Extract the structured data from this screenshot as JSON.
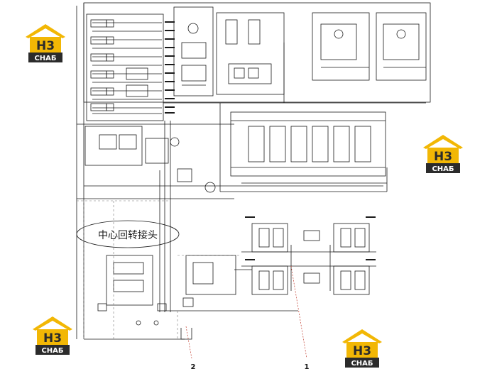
{
  "diagram": {
    "central_label": "中心回转接头",
    "callouts": [
      "1",
      "2"
    ]
  },
  "logos": [
    {
      "mark": "H3",
      "text": "CHAБ"
    },
    {
      "mark": "H3",
      "text": "CHAБ"
    },
    {
      "mark": "H3",
      "text": "CHAБ"
    },
    {
      "mark": "H3",
      "text": "CHAБ"
    }
  ],
  "colors": {
    "line": "#1a1a1a",
    "grid": "#777777",
    "leader": "#c0392b",
    "logo_yellow": "#f2b705",
    "logo_dark": "#2b2b2b"
  }
}
